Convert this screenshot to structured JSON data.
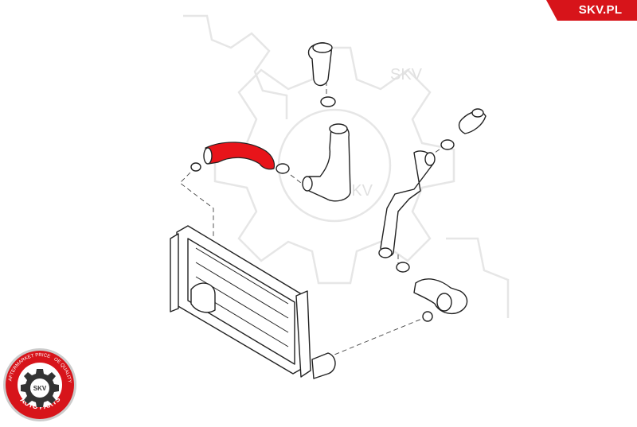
{
  "brand": {
    "label": "SKV.PL",
    "color": "#d7141a"
  },
  "watermark": {
    "label_top": "SKV",
    "label_mid": "SKV"
  },
  "badge": {
    "ring_text_left": "AFTERMARKET PRICE",
    "ring_text_right": "OE QUALITY",
    "center_label": "SKV",
    "bottom_label": "AUTO PARTS",
    "color": "#d7141a"
  },
  "highlight_color": "#e8141a"
}
